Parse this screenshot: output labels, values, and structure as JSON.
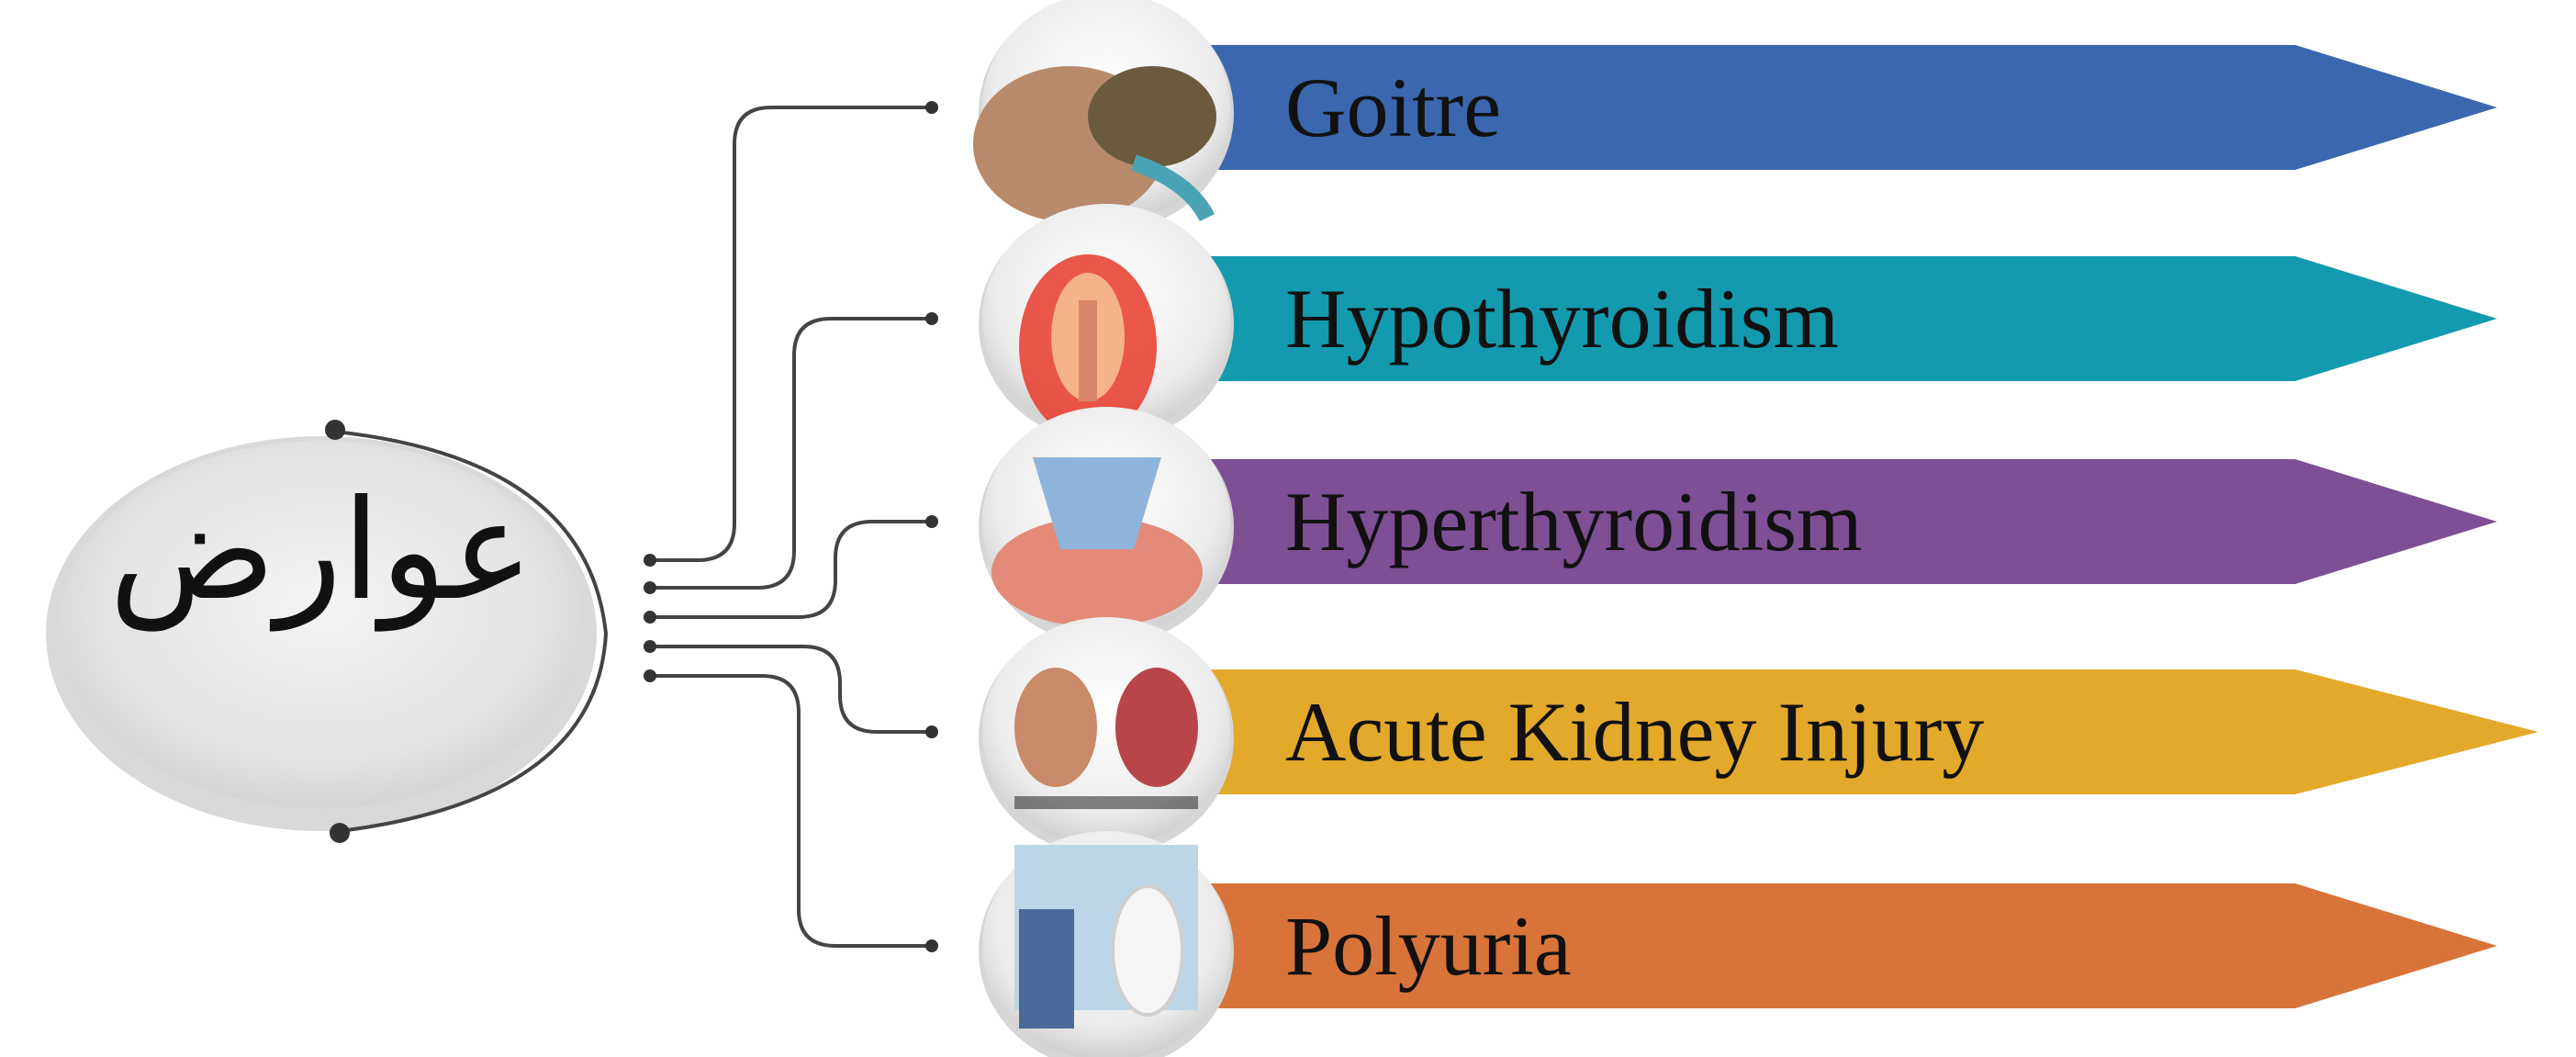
{
  "center_node": {
    "label": "عوارض"
  },
  "branches": [
    {
      "label": "Goitre",
      "color": "#3a67ae",
      "icon": "goitre-neck-photo"
    },
    {
      "label": "Hypothyroidism",
      "color": "#139aae",
      "icon": "inflamed-thyroid-illustration"
    },
    {
      "label": "Hyperthyroidism",
      "color": "#7e4f95",
      "icon": "enlarged-thyroid-illustration"
    },
    {
      "label": "Acute Kidney Injury",
      "color": "#e3a92b",
      "icon": "kidney-comparison-illustration"
    },
    {
      "label": "Polyuria",
      "color": "#d8733a",
      "icon": "person-toilet-illustration"
    }
  ],
  "colors": {
    "connector": "#444444",
    "node_fill": "#e6e6e6",
    "node_rim": "#cfcfcf"
  }
}
